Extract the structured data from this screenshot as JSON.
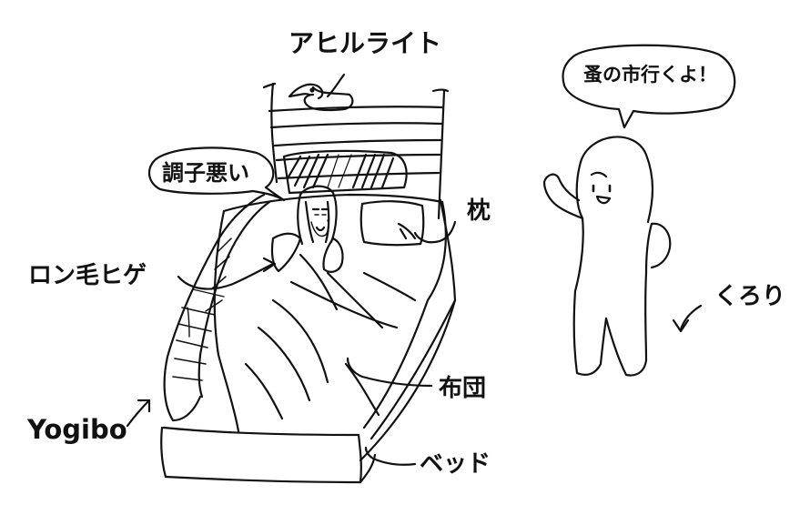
{
  "labels": {
    "duck_light": "アヒルライト",
    "pillow": "枕",
    "beard": "ロン毛ヒゲ",
    "futon": "布団",
    "yogibo": "Yogibo",
    "bed": "ベッド",
    "kurori": "くろり"
  },
  "bubbles": {
    "left": "調子悪い",
    "right": "蚤の市行くよ！"
  },
  "colors": {
    "ink": "#111111",
    "paper": "#ffffff"
  }
}
